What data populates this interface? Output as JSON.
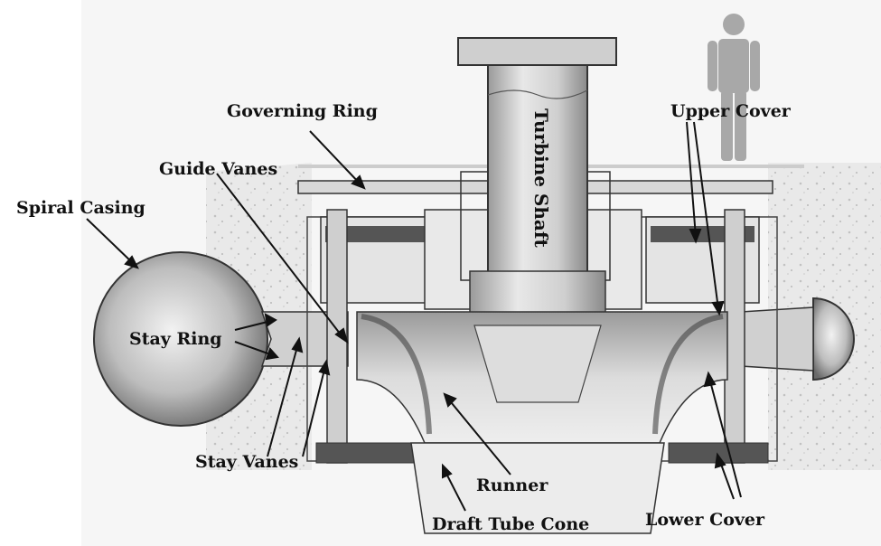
{
  "diagram": {
    "labels": {
      "governing_ring": "Governing Ring",
      "guide_vanes": "Guide Vanes",
      "spiral_casing": "Spiral Casing",
      "stay_ring": "Stay Ring",
      "stay_vanes": "Stay Vanes",
      "turbine_shaft": "Turbine Shaft",
      "upper_cover": "Upper Cover",
      "runner": "Runner",
      "draft_tube_cone": "Draft Tube Cone",
      "lower_cover": "Lower Cover"
    }
  }
}
